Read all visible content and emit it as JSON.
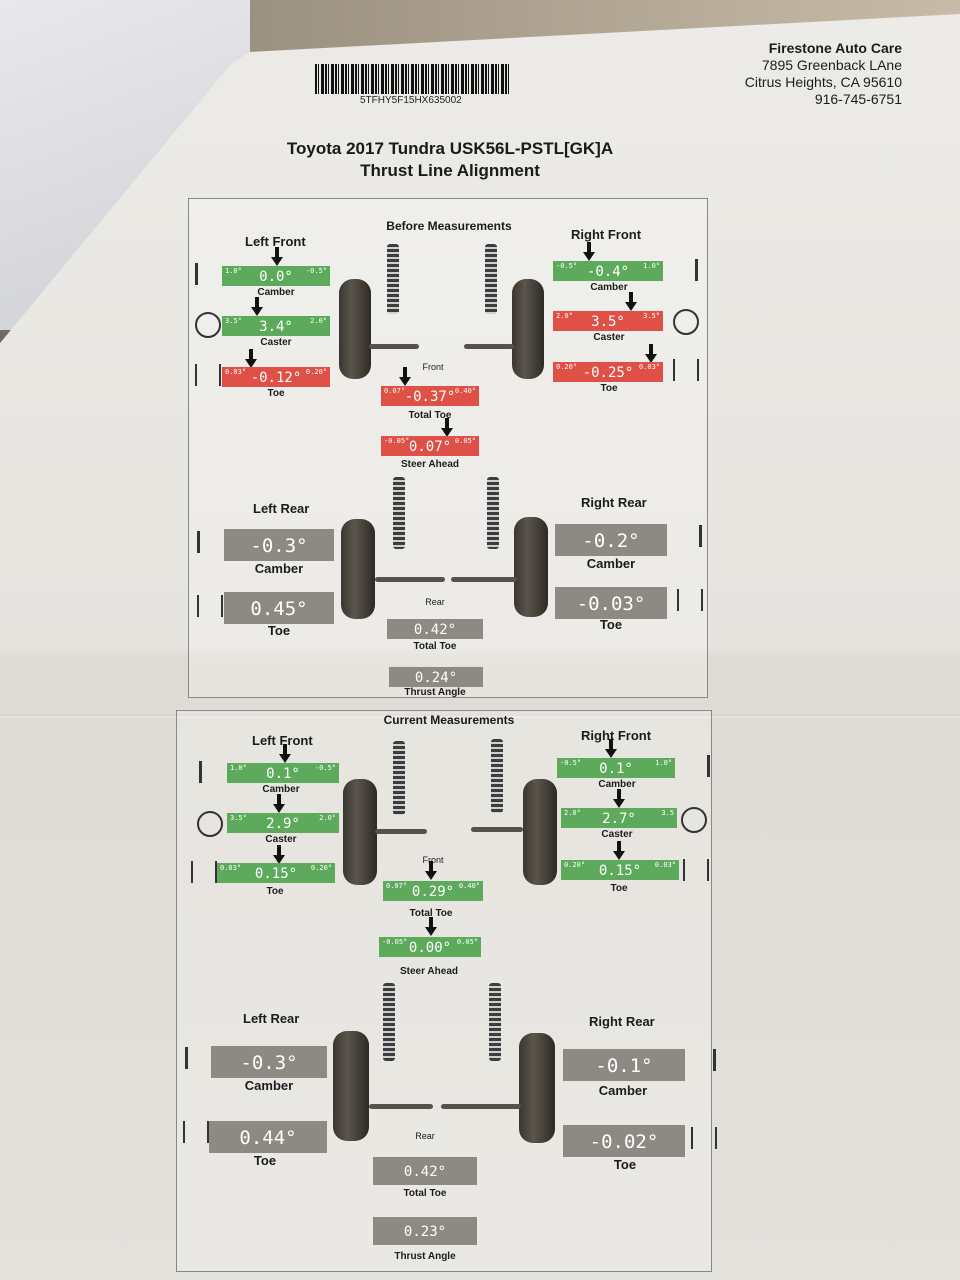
{
  "barcode_text": "5TFHY5F15HX635002",
  "shop": {
    "name": "Firestone Auto Care",
    "address1": "7895 Greenback LAne",
    "address2": "Citrus Heights, CA 95610",
    "phone": "916-745-6751"
  },
  "title": {
    "line1": "Toyota 2017 Tundra USK56L-PSTL[GK]A",
    "line2": "Thrust Line Alignment"
  },
  "before": {
    "heading": "Before Measurements",
    "left_front": {
      "label": "Left Front",
      "camber": {
        "value": "0.0°",
        "min": "1.0°",
        "max": "-0.5°",
        "label": "Camber",
        "status": "in_spec"
      },
      "caster": {
        "value": "3.4°",
        "min": "3.5°",
        "max": "2.0°",
        "label": "Caster",
        "status": "in_spec"
      },
      "toe": {
        "value": "-0.12°",
        "min": "0.03°",
        "max": "0.20°",
        "label": "Toe",
        "status": "out_of_spec"
      }
    },
    "right_front": {
      "label": "Right Front",
      "camber": {
        "value": "-0.4°",
        "min": "-0.5°",
        "max": "1.0°",
        "label": "Camber",
        "status": "in_spec"
      },
      "caster": {
        "value": "3.5°",
        "min": "2.0°",
        "max": "3.5°",
        "label": "Caster",
        "status": "out_of_spec"
      },
      "toe": {
        "value": "-0.25°",
        "min": "0.20°",
        "max": "0.03°",
        "label": "Toe",
        "status": "out_of_spec"
      }
    },
    "front_label": "Front",
    "total_toe": {
      "value": "-0.37°",
      "min": "0.07°",
      "max": "0.40°",
      "label": "Total Toe",
      "status": "out_of_spec"
    },
    "steer_ahead": {
      "value": "0.07°",
      "min": "-0.05°",
      "max": "0.05°",
      "label": "Steer Ahead",
      "status": "out_of_spec"
    },
    "left_rear": {
      "label": "Left Rear",
      "camber": {
        "value": "-0.3°",
        "label": "Camber"
      },
      "toe": {
        "value": "0.45°",
        "label": "Toe"
      }
    },
    "right_rear": {
      "label": "Right Rear",
      "camber": {
        "value": "-0.2°",
        "label": "Camber"
      },
      "toe": {
        "value": "-0.03°",
        "label": "Toe"
      }
    },
    "rear_label": "Rear",
    "rear_total_toe": {
      "value": "0.42°",
      "label": "Total Toe"
    },
    "thrust_angle": {
      "value": "0.24°",
      "label": "Thrust Angle"
    }
  },
  "current": {
    "heading": "Current Measurements",
    "left_front": {
      "label": "Left Front",
      "camber": {
        "value": "0.1°",
        "min": "1.0°",
        "max": "-0.5°",
        "label": "Camber",
        "status": "in_spec"
      },
      "caster": {
        "value": "2.9°",
        "min": "3.5°",
        "max": "2.0°",
        "label": "Caster",
        "status": "in_spec"
      },
      "toe": {
        "value": "0.15°",
        "min": "0.03°",
        "max": "0.20°",
        "label": "Toe",
        "status": "in_spec"
      }
    },
    "right_front": {
      "label": "Right Front",
      "camber": {
        "value": "0.1°",
        "min": "-0.5°",
        "max": "1.0°",
        "label": "Camber",
        "status": "in_spec"
      },
      "caster": {
        "value": "2.7°",
        "min": "2.0°",
        "max": "3.5",
        "label": "Caster",
        "status": "in_spec"
      },
      "toe": {
        "value": "0.15°",
        "min": "0.20°",
        "max": "0.03°",
        "label": "Toe",
        "status": "in_spec"
      }
    },
    "front_label": "Front",
    "total_toe": {
      "value": "0.29°",
      "min": "0.07°",
      "max": "0.40°",
      "label": "Total Toe",
      "status": "in_spec"
    },
    "steer_ahead": {
      "value": "0.00°",
      "min": "-0.05°",
      "max": "0.05°",
      "label": "Steer Ahead",
      "status": "in_spec"
    },
    "left_rear": {
      "label": "Left Rear",
      "camber": {
        "value": "-0.3°",
        "label": "Camber"
      },
      "toe": {
        "value": "0.44°",
        "label": "Toe"
      }
    },
    "right_rear": {
      "label": "Right Rear",
      "camber": {
        "value": "-0.1°",
        "label": "Camber"
      },
      "toe": {
        "value": "-0.02°",
        "label": "Toe"
      }
    },
    "rear_label": "Rear",
    "rear_total_toe": {
      "value": "0.42°",
      "label": "Total Toe"
    },
    "thrust_angle": {
      "value": "0.23°",
      "label": "Thrust Angle"
    }
  },
  "colors": {
    "in_spec": "#5daa5c",
    "out_of_spec": "#df5046",
    "neutral": "#8d8983"
  }
}
